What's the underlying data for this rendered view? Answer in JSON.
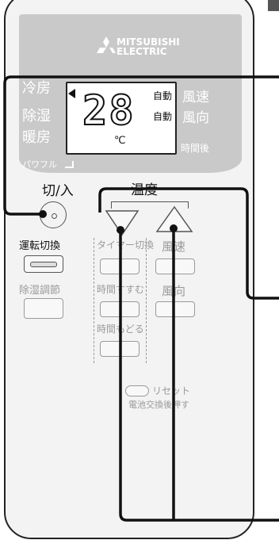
{
  "brand": {
    "line1": "MITSUBISHI",
    "line2": "ELECTRIC"
  },
  "modes": [
    "冷房",
    "除湿",
    "暖房"
  ],
  "powerful": "パワフル",
  "display": {
    "temperature": "28",
    "unit": "℃",
    "auto1": "自動",
    "auto2": "自動",
    "hours_after": "時間後"
  },
  "right_labels": {
    "fan_speed": "風速",
    "fan_direction": "風向"
  },
  "buttons": {
    "power": "切/入",
    "temperature": "温度",
    "mode_switch": "運転切換",
    "timer_switch": "タイマー切換",
    "fan_speed": "風速",
    "dehum_adjust": "除湿調節",
    "time_forward": "時間すすむ",
    "fan_direction": "風向",
    "time_back": "時間もどる",
    "reset": "リセット",
    "battery_note": "電池交換後押す"
  },
  "colors": {
    "panel": "#c9c9c9",
    "body": "#f3f3f3",
    "lines": "#111111",
    "disabled": "#9a9a9a"
  }
}
